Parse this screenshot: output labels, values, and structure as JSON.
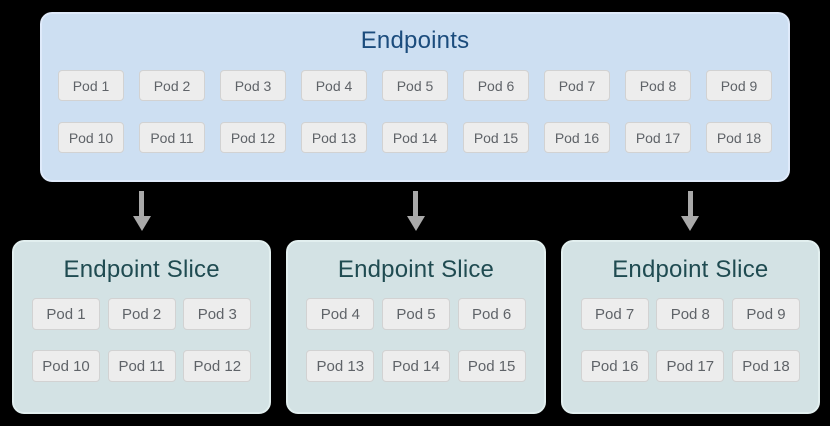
{
  "colors": {
    "page_bg": "#000000",
    "endpoints_box_bg": "#cddff2",
    "endpoints_box_border": "#dfeafa",
    "endpoints_title_color": "#1b4c7d",
    "slice_box_bg": "#d3e2e4",
    "slice_box_border": "#e2efef",
    "slice_title_color": "#1f4b51",
    "pod_bg": "#ededed",
    "pod_border": "#d2d2d2",
    "pod_text": "#5f6368",
    "arrow_color": "#a9a9a9"
  },
  "endpoints": {
    "title": "Endpoints",
    "rows": [
      [
        "Pod 1",
        "Pod 2",
        "Pod 3",
        "Pod 4",
        "Pod 5",
        "Pod 6",
        "Pod 7",
        "Pod 8",
        "Pod 9"
      ],
      [
        "Pod 10",
        "Pod 11",
        "Pod 12",
        "Pod 13",
        "Pod 14",
        "Pod 15",
        "Pod 16",
        "Pod 17",
        "Pod 18"
      ]
    ]
  },
  "arrows": {
    "icon": "down-arrow-icon",
    "count": 3
  },
  "slices": [
    {
      "title": "Endpoint Slice",
      "rows": [
        [
          "Pod 1",
          "Pod 2",
          "Pod 3"
        ],
        [
          "Pod 10",
          "Pod 11",
          "Pod 12"
        ]
      ]
    },
    {
      "title": "Endpoint Slice",
      "rows": [
        [
          "Pod 4",
          "Pod 5",
          "Pod 6"
        ],
        [
          "Pod 13",
          "Pod 14",
          "Pod 15"
        ]
      ]
    },
    {
      "title": "Endpoint Slice",
      "rows": [
        [
          "Pod 7",
          "Pod 8",
          "Pod 9"
        ],
        [
          "Pod 16",
          "Pod 17",
          "Pod 18"
        ]
      ]
    }
  ]
}
